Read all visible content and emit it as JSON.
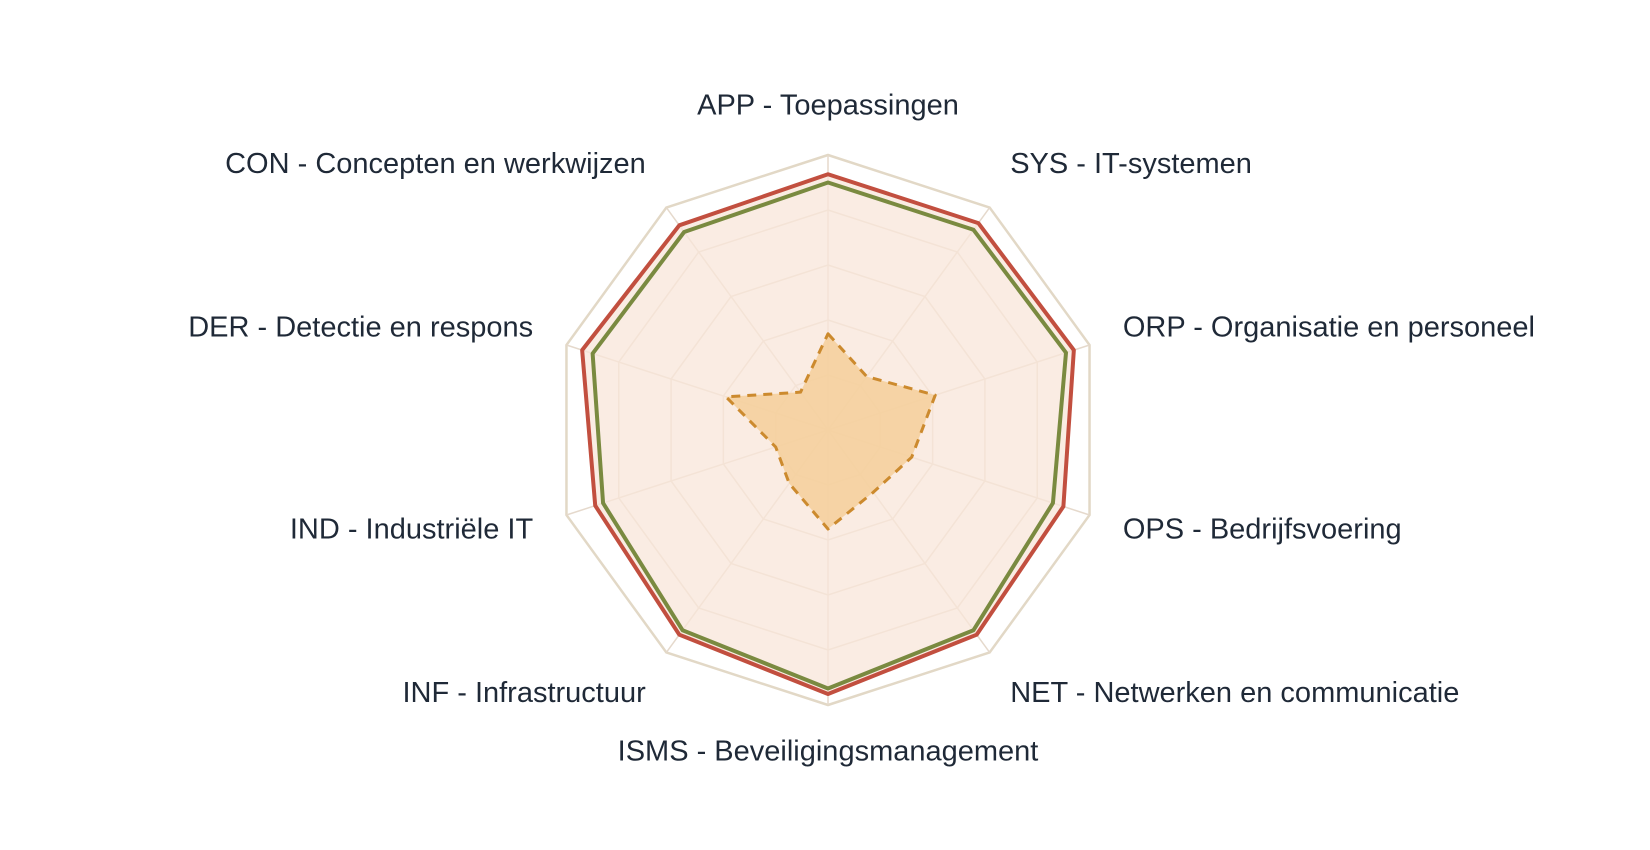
{
  "colors": {
    "grid": "#e5d9cc",
    "outer_ring": "#e2d8c6",
    "area_fill": "#f8e5da",
    "series_red": "#c24f3f",
    "series_green": "#7a8a40",
    "series_dashed": "#cc8a2e",
    "dashed_fill": "#f5cf9a",
    "label_text": "#1f2937"
  },
  "chart_data": {
    "type": "radar",
    "title": "",
    "axes": [
      "APP - Toepassingen",
      "SYS - IT-systemen",
      "ORP - Organisatie en personeel",
      "OPS - Bedrijfsvoering",
      "NET - Netwerken en communicatie",
      "ISMS - Beveiligingsmanagement",
      "INF - Infrastructuur",
      "IND - Industriële IT",
      "DER - Detectie en respons",
      "CON - Concepten en werkwijzen"
    ],
    "range": [
      0,
      5
    ],
    "grid_levels": 5,
    "legend": "none",
    "series": [
      {
        "style": "solid",
        "color": "#c24f3f",
        "fill": "#f8e5da",
        "values": [
          4.65,
          4.65,
          4.7,
          4.5,
          4.6,
          4.8,
          4.6,
          4.45,
          4.7,
          4.6
        ]
      },
      {
        "style": "solid",
        "color": "#7a8a40",
        "values": [
          4.5,
          4.5,
          4.55,
          4.3,
          4.5,
          4.7,
          4.5,
          4.3,
          4.5,
          4.45
        ]
      },
      {
        "style": "dashed",
        "color": "#cc8a2e",
        "fill": "#f5cf9a",
        "values": [
          1.75,
          1.2,
          2.05,
          1.6,
          1.4,
          1.8,
          1.2,
          1.0,
          1.95,
          0.85
        ]
      }
    ]
  }
}
